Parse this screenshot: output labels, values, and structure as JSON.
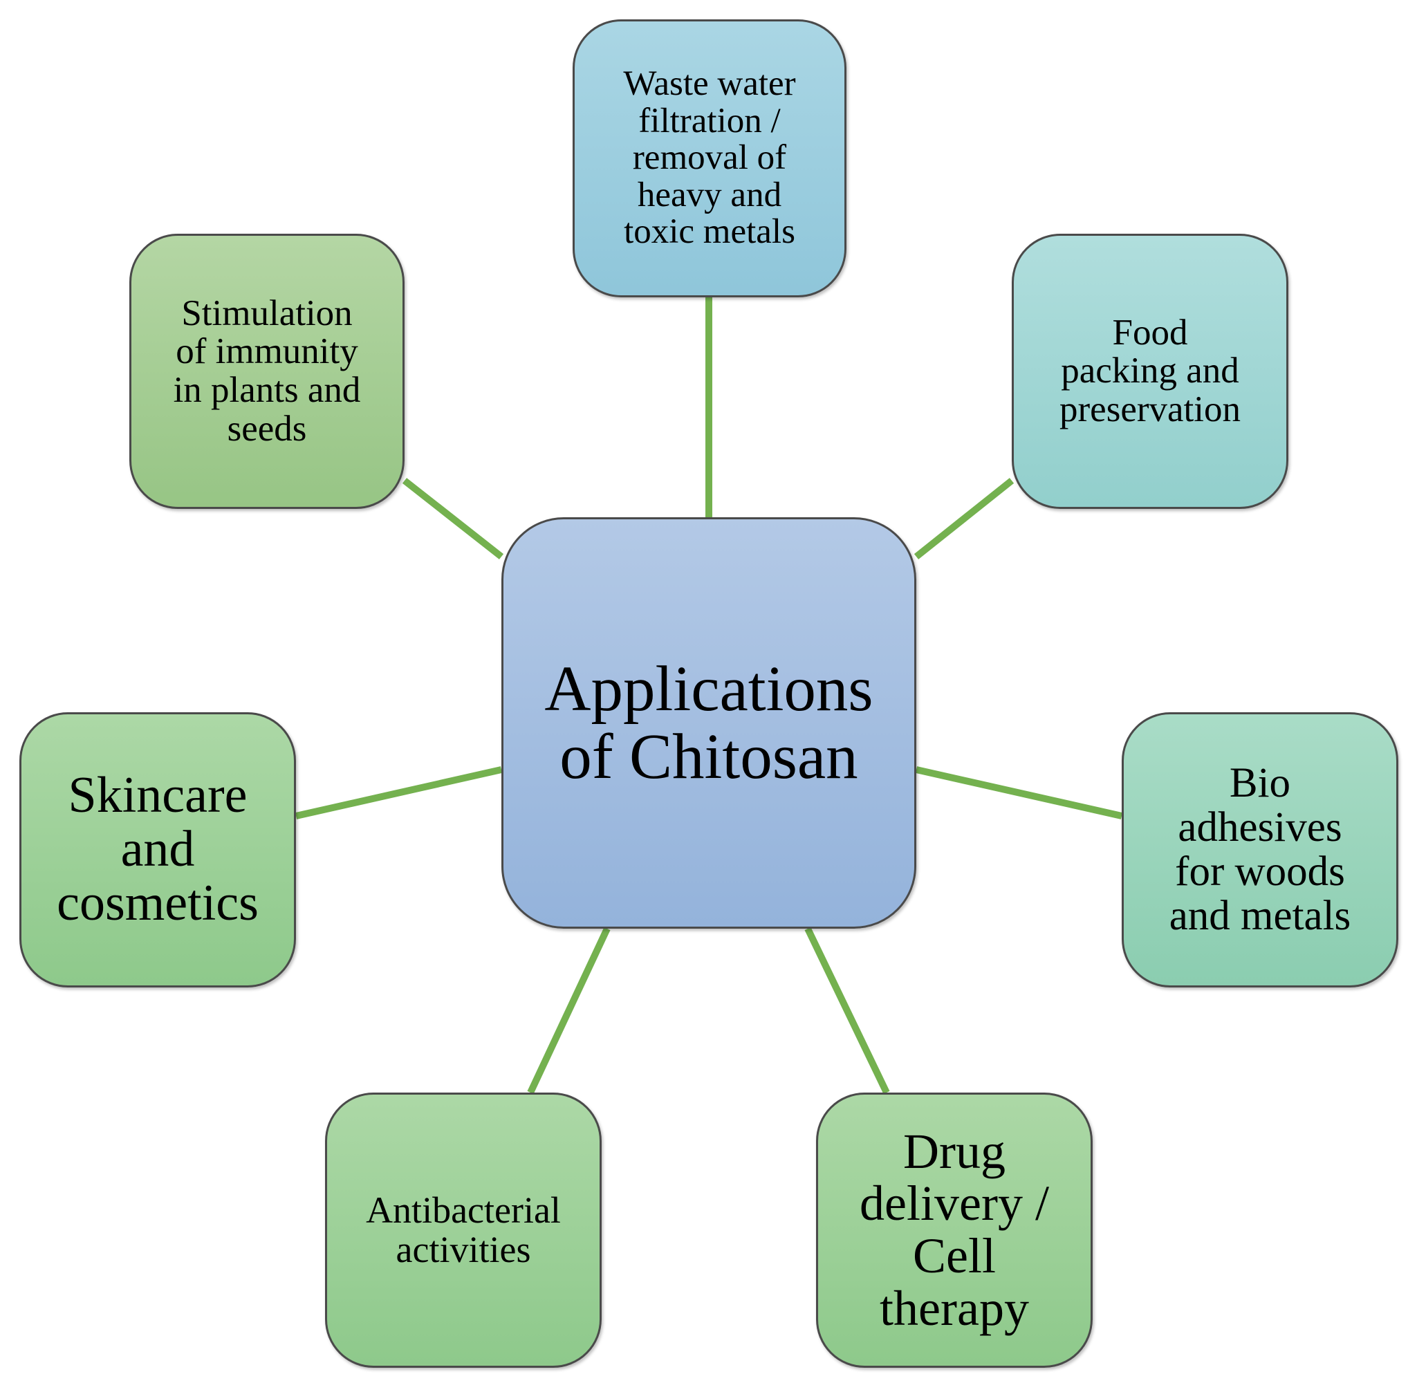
{
  "diagram": {
    "center": {
      "label": "Applications\nof Chitosan"
    },
    "nodes": [
      {
        "id": "waste-water",
        "label": "Waste water\nfiltration /\nremoval of\nheavy  and\ntoxic metals"
      },
      {
        "id": "food-packing",
        "label": "Food\npacking and\npreservation"
      },
      {
        "id": "bio-adhesives",
        "label": "Bio\nadhesives\nfor woods\nand metals"
      },
      {
        "id": "drug-delivery",
        "label": "Drug\ndelivery /\nCell\ntherapy"
      },
      {
        "id": "antibacterial",
        "label": "Antibacterial\nactivities"
      },
      {
        "id": "skincare",
        "label": "Skincare\nand\ncosmetics"
      },
      {
        "id": "stimulation",
        "label": "Stimulation\nof immunity\nin plants and\nseeds"
      }
    ],
    "connector_color": "#74b14f"
  }
}
